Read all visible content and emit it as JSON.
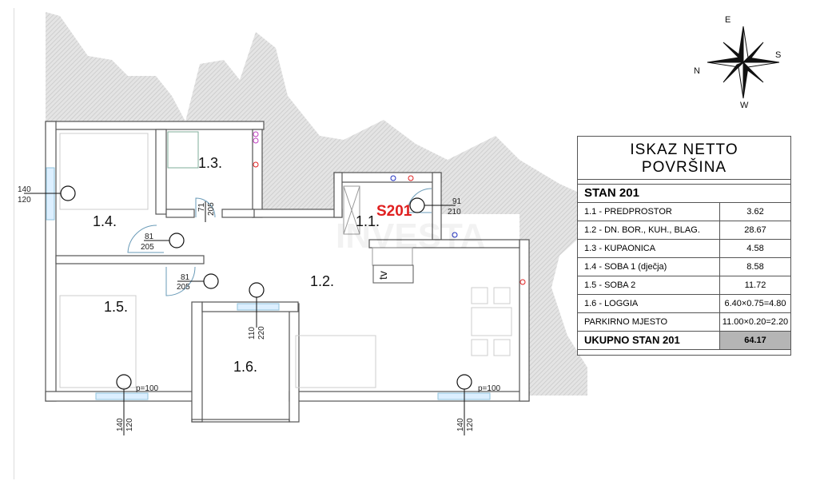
{
  "plan": {
    "unit_code": "S201",
    "rooms": [
      {
        "id": "1.1.",
        "label": "1.1."
      },
      {
        "id": "1.2.",
        "label": "1.2."
      },
      {
        "id": "1.3.",
        "label": "1.3."
      },
      {
        "id": "1.4.",
        "label": "1.4."
      },
      {
        "id": "1.5.",
        "label": "1.5."
      },
      {
        "id": "1.6.",
        "label": "1.6."
      }
    ],
    "window_dims": {
      "w14": [
        "140",
        "120"
      ],
      "w15": [
        "140",
        "120"
      ],
      "w12": [
        "140",
        "120"
      ],
      "w16": [
        "110",
        "220"
      ]
    },
    "door_dims": {
      "d13": [
        "71",
        "205"
      ],
      "d14": [
        "81",
        "205"
      ],
      "d15": [
        "81",
        "205"
      ],
      "entry": [
        "91",
        "210"
      ]
    },
    "parapet_notes": [
      "p=100",
      "p=100"
    ],
    "tv_label": "tv",
    "watermark": "INVESTA"
  },
  "compass": {
    "n": "N",
    "e": "E",
    "s": "S",
    "w": "W"
  },
  "area_table": {
    "title_line1": "ISKAZ NETTO",
    "title_line2": "POVRŠINA",
    "unit_title": "STAN 201",
    "rows": [
      {
        "name": "1.1 - PREDPROSTOR",
        "value": "3.62"
      },
      {
        "name": "1.2 - DN. BOR., KUH., BLAG.",
        "value": "28.67"
      },
      {
        "name": "1.3 - KUPAONICA",
        "value": "4.58"
      },
      {
        "name": "1.4 - SOBA 1 (dječja)",
        "value": "8.58"
      },
      {
        "name": "1.5 - SOBA 2",
        "value": "11.72"
      },
      {
        "name": "1.6 - LOGGIA",
        "value": "6.40×0.75=4.80"
      },
      {
        "name": "PARKIRNO MJESTO",
        "value": "11.00×0.20=2.20"
      }
    ],
    "total_label": "UKUPNO STAN 201",
    "total_value": "64.17",
    "total_fill": "#b5b5b5"
  },
  "colors": {
    "wall": "#555555",
    "hatch": "#cfcfcf",
    "unit_code": "#e02020",
    "window": "#8fc3dc"
  }
}
